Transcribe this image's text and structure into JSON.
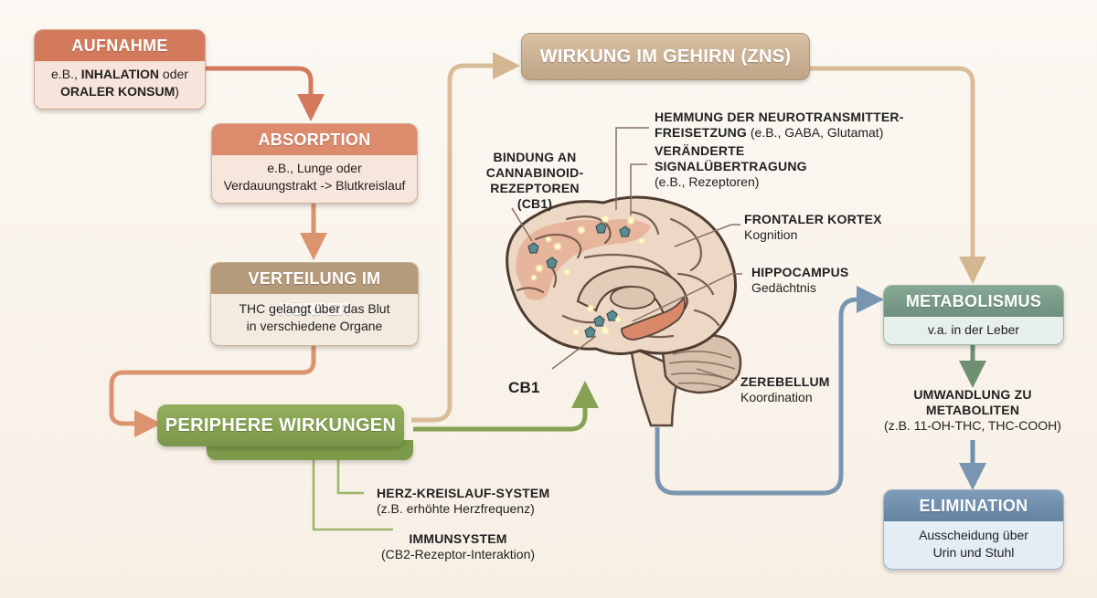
{
  "colors": {
    "orange": "#d37a5c",
    "orange_light": "#f7e4da",
    "peach": "#db8d6e",
    "tan": "#b59a7b",
    "tan_light": "#f3ebdf",
    "green": "#7d9a4a",
    "teal": "#789b88",
    "teal_light": "#e6efe9",
    "blue": "#6f8eab",
    "blue_light": "#e4ecf4"
  },
  "aufnahme": {
    "title": "AUFNAHME",
    "line1_pre": "e.B., ",
    "line1_bold": "INHALATION",
    "line1_post": " oder",
    "line2_bold": "ORALER KONSUM",
    "line2_post": ")"
  },
  "absorption": {
    "title": "ABSORPTION",
    "line1": "e.B., Lunge oder",
    "line2": "Verdauungstrakt -> Blutkreislauf"
  },
  "verteilung": {
    "title": "VERTEILUNG IM KÖRPER",
    "line1": "THC gelangt über das Blut",
    "line2": "in verschiedene Organe"
  },
  "peripher": {
    "title": "PERIPHERE WIRKUNGEN",
    "herz_title": "HERZ-KREISLAUF-SYSTEM",
    "herz_sub": "(z.B. erhöhte Herzfrequenz)",
    "immun_title": "IMMUNSYSTEM",
    "immun_sub": "(CB2-Rezeptor-Interaktion)"
  },
  "gehirn": {
    "title": "WIRKUNG IM GEHIRN (ZNS)"
  },
  "brain_labels": {
    "bindung_1": "BINDUNG AN",
    "bindung_2": "CANNABINOID-",
    "bindung_3": "REZEPTOREN (CB1)",
    "hemmung_1": "HEMMUNG DER NEUROTRANSMITTER-",
    "hemmung_2": "FREISETZUNG",
    "hemmung_sub": " (e.B., GABA, Glutamat)",
    "veraend_1": "VERÄNDERTE",
    "veraend_2": "SIGNALÜBERTRAGUNG",
    "veraend_sub": "(e.B., Rezeptoren)",
    "frontal_title": "FRONTALER KORTEX",
    "frontal_sub": "Kognition",
    "hippo_title": "HIPPOCAMPUS",
    "hippo_sub": "Gedächtnis",
    "zere_title": "ZEREBELLUM",
    "zere_sub": "Koordination",
    "cb1": "CB1"
  },
  "metabolismus": {
    "title": "METABOLISMUS",
    "body": "v.a. in der Leber",
    "umw_1": "UMWANDLUNG ZU",
    "umw_2": "METABOLITEN",
    "umw_sub": "(z.B. 11-OH-THC, THC-COOH)"
  },
  "elimination": {
    "title": "ELIMINATION",
    "line1": "Ausscheidung über",
    "line2": "Urin und Stuhl"
  }
}
